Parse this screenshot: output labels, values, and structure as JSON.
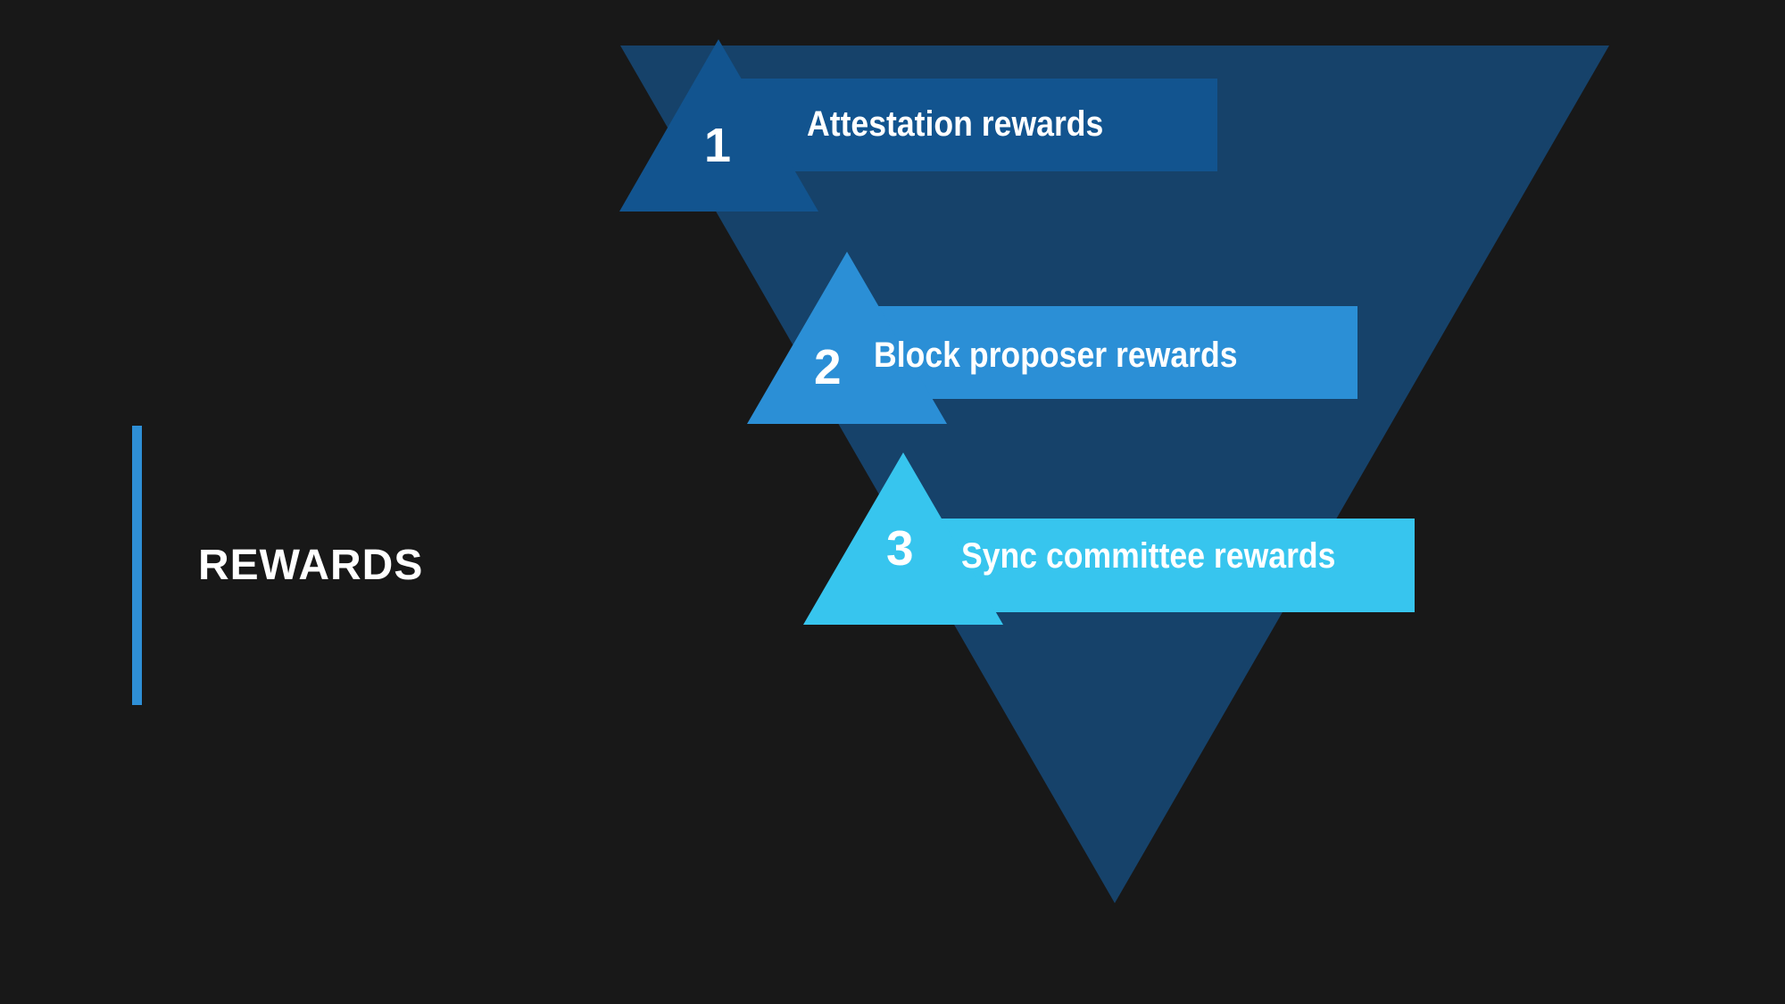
{
  "slide": {
    "title": "REWARDS",
    "background_color": "#181818",
    "accent_bar_color": "#2e8fd6",
    "funnel_color": "#16426a"
  },
  "steps": [
    {
      "number": "1",
      "label": "Attestation rewards",
      "color": "#12548f"
    },
    {
      "number": "2",
      "label": "Block proposer rewards",
      "color": "#2b8fd6"
    },
    {
      "number": "3",
      "label": "Sync committee rewards",
      "color": "#37c5ee"
    }
  ]
}
